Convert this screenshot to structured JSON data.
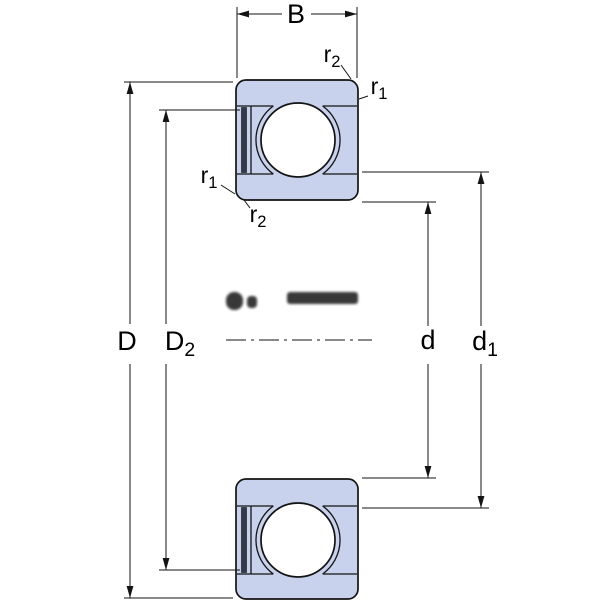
{
  "drawing": {
    "type": "bearing-cross-section",
    "description": "Dimensioned cross-section drawing of a shielded deep groove ball bearing"
  },
  "colors": {
    "background": "#ffffff",
    "bearing_fill": "#c9d2ec",
    "line": "#131313",
    "shield_fill": "#333a49",
    "ball_fill": "#ffffff"
  },
  "labels": {
    "B": {
      "main": "B",
      "sub": ""
    },
    "D": {
      "main": "D",
      "sub": ""
    },
    "D2": {
      "main": "D",
      "sub": "2"
    },
    "d": {
      "main": "d",
      "sub": ""
    },
    "d1": {
      "main": "d",
      "sub": "1"
    },
    "r2_outer_top": {
      "main": "r",
      "sub": "2"
    },
    "r1_outer_side": {
      "main": "r",
      "sub": "1"
    },
    "r1_inner_side": {
      "main": "r",
      "sub": "1"
    },
    "r2_inner_bottom": {
      "main": "r",
      "sub": "2"
    }
  },
  "watermark": {
    "present": true,
    "description": "dark smudged text artifact near drawing center"
  }
}
